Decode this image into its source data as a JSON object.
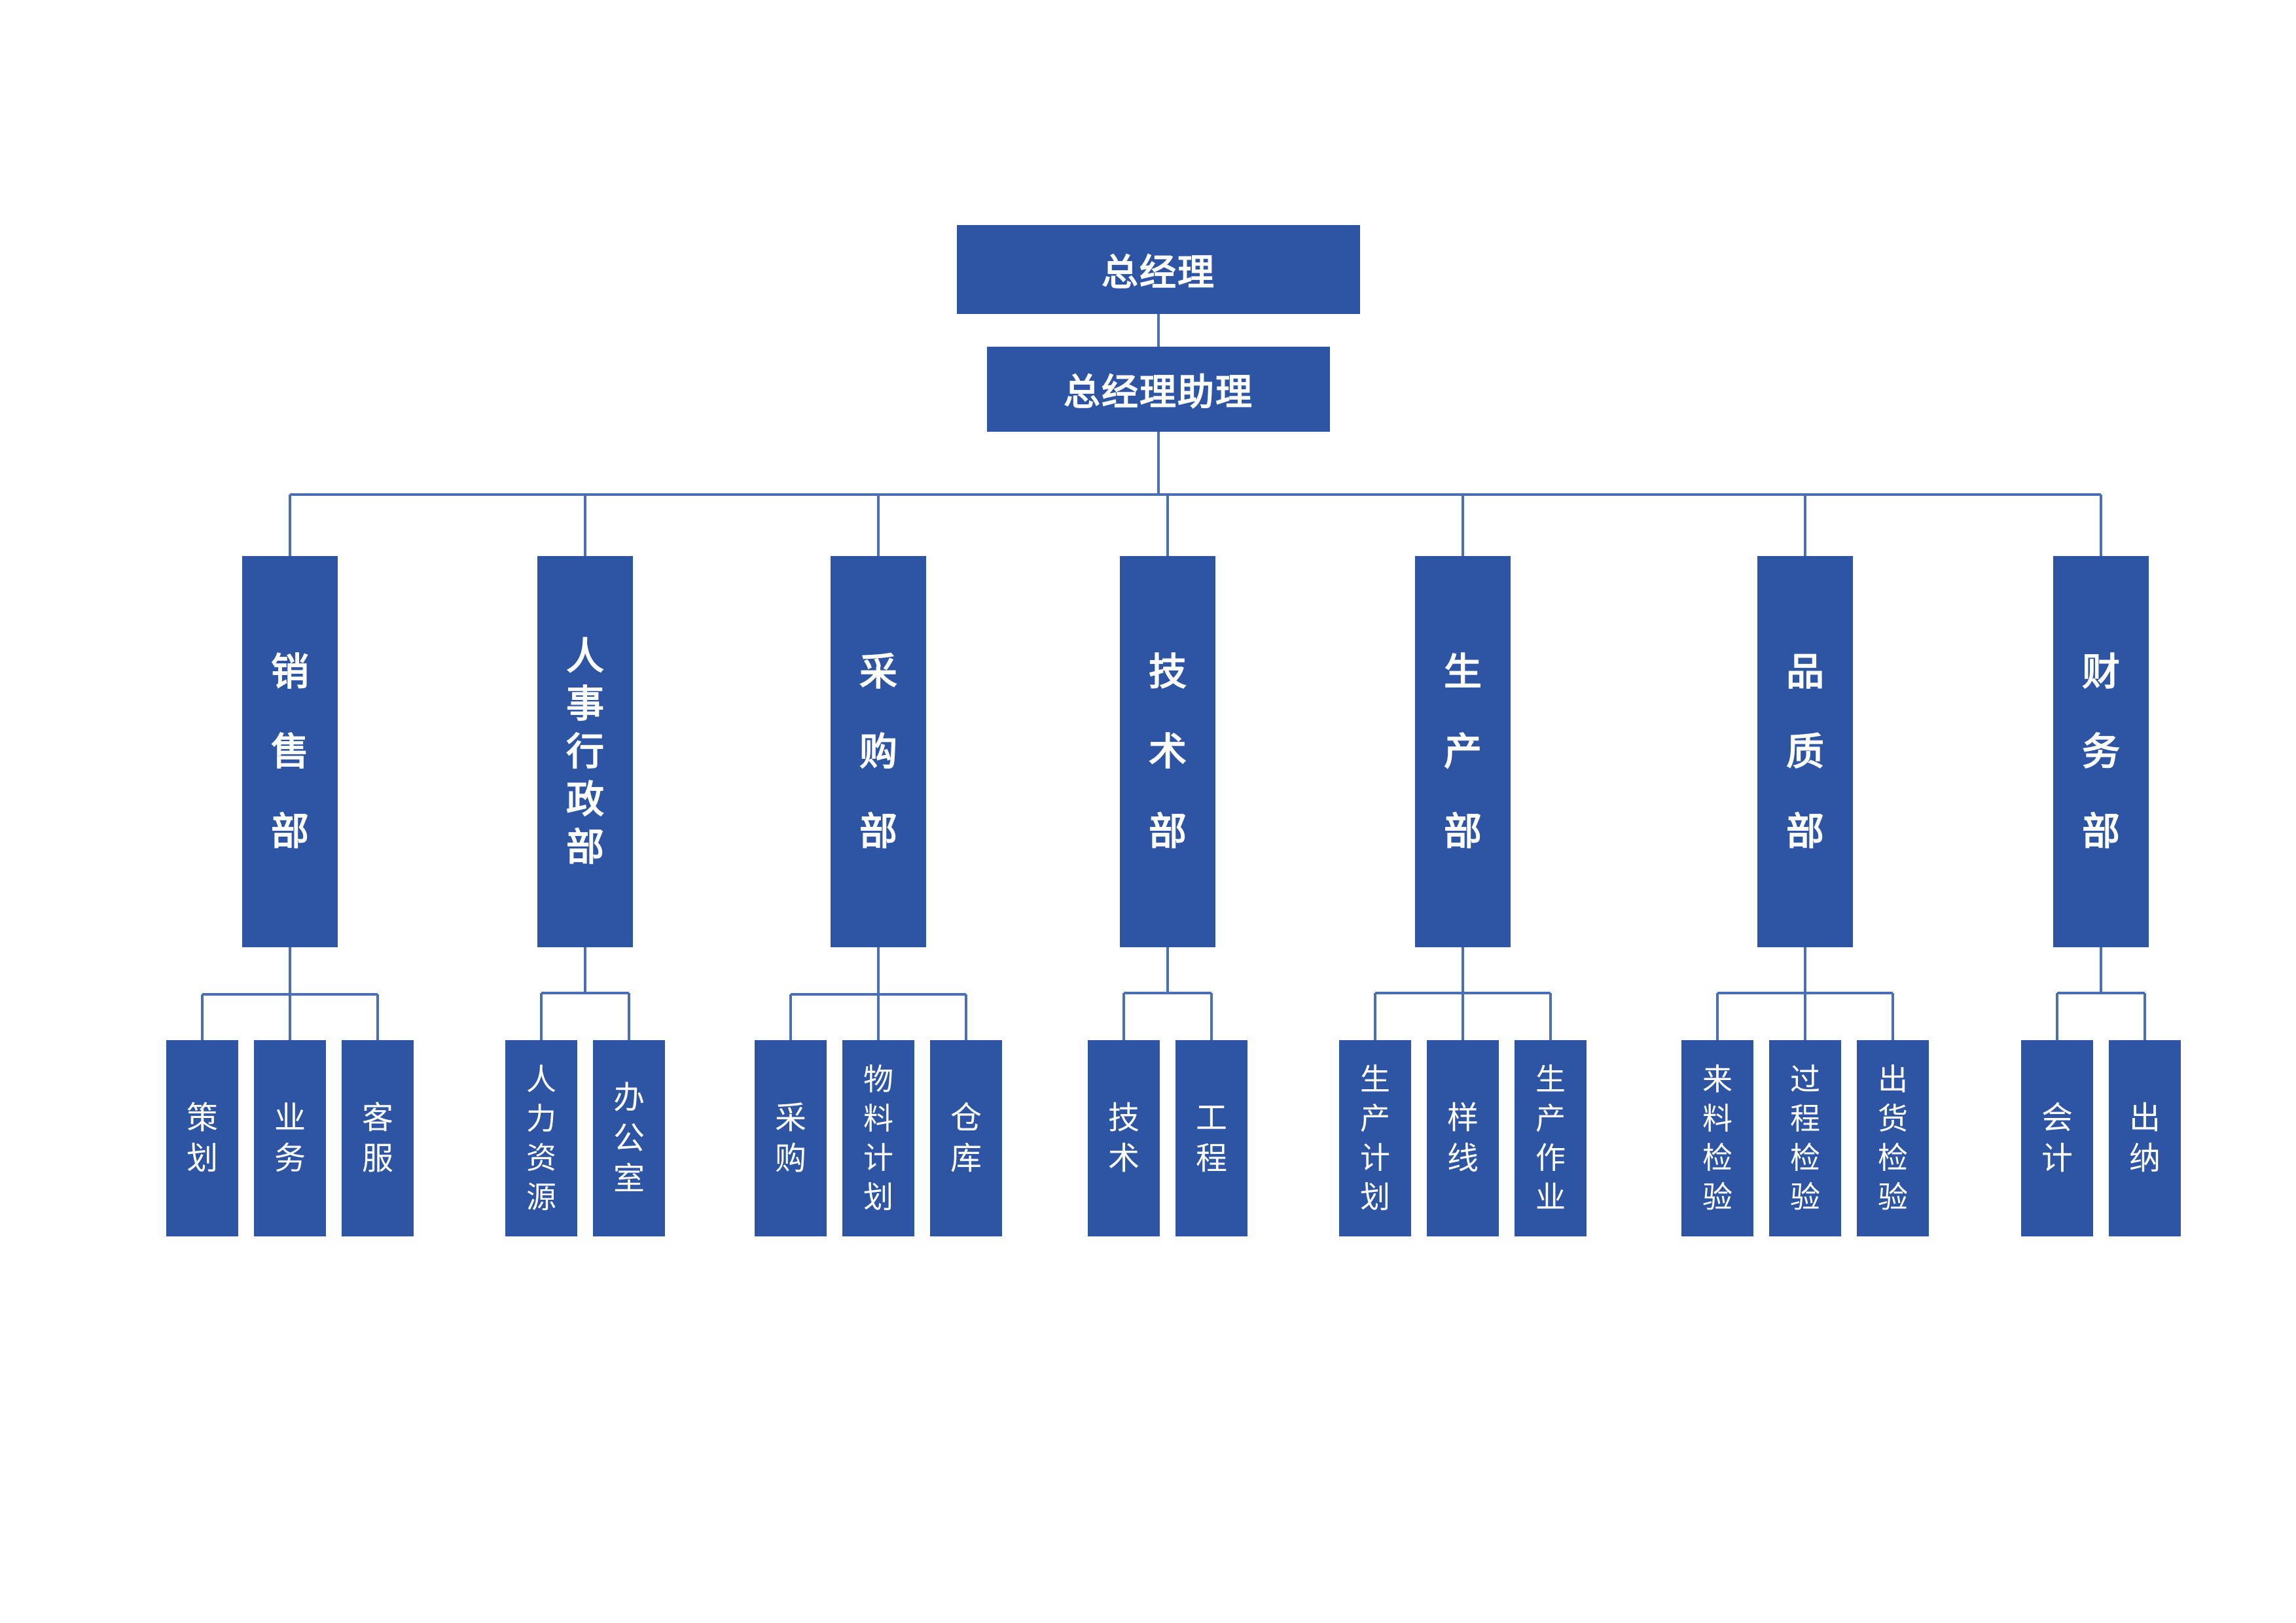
{
  "colors": {
    "box_fill": "#2e55a3",
    "box_text": "#ffffff",
    "connector": "#4a6fb2",
    "background": "#ffffff"
  },
  "gm": {
    "label": "总经理"
  },
  "assistant": {
    "label": "总经理助理"
  },
  "departments": [
    {
      "id": "sales",
      "label": "销售部",
      "subs": [
        {
          "label": "策划"
        },
        {
          "label": "业务"
        },
        {
          "label": "客服"
        }
      ]
    },
    {
      "id": "hr-admin",
      "label": "人事行政部",
      "subs": [
        {
          "label": "人力资源"
        },
        {
          "label": "办公室"
        }
      ]
    },
    {
      "id": "purchasing",
      "label": "采购部",
      "subs": [
        {
          "label": "采购"
        },
        {
          "label": "物料计划"
        },
        {
          "label": "仓库"
        }
      ]
    },
    {
      "id": "technology",
      "label": "技术部",
      "subs": [
        {
          "label": "技术"
        },
        {
          "label": "工程"
        }
      ]
    },
    {
      "id": "production",
      "label": "生产部",
      "subs": [
        {
          "label": "生产计划"
        },
        {
          "label": "样线"
        },
        {
          "label": "生产作业"
        }
      ]
    },
    {
      "id": "quality",
      "label": "品质部",
      "subs": [
        {
          "label": "来料检验"
        },
        {
          "label": "过程检验"
        },
        {
          "label": "出货检验"
        }
      ]
    },
    {
      "id": "finance",
      "label": "财务部",
      "subs": [
        {
          "label": "会计"
        },
        {
          "label": "出纳"
        }
      ]
    }
  ]
}
